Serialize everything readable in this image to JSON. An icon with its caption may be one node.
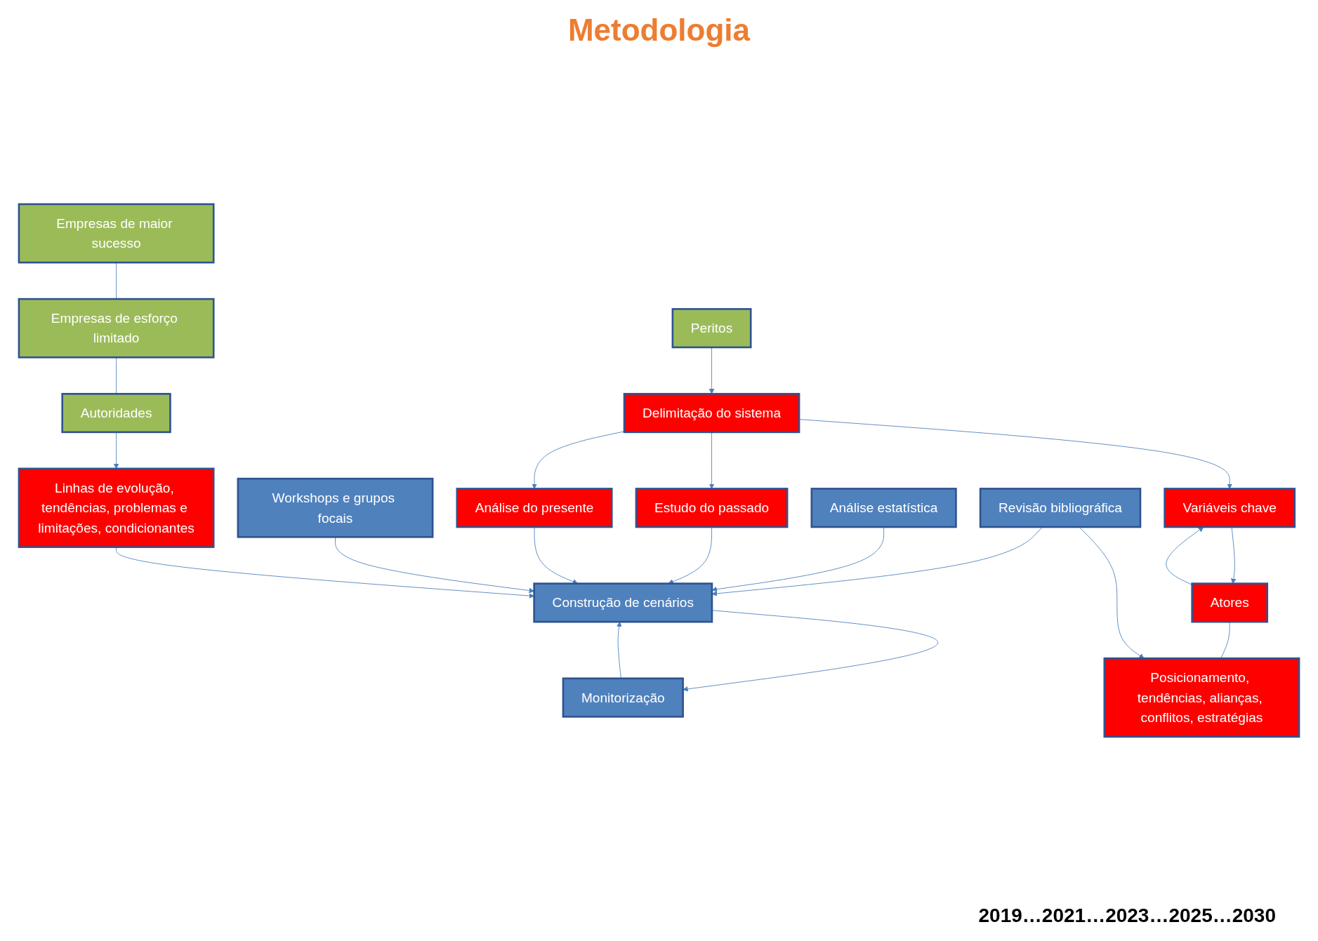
{
  "diagram": {
    "title": "Metodologia",
    "nodes": [
      {
        "text": [
          "Peritos"
        ]
      },
      {
        "text": [
          "Delimitação do sistema"
        ]
      },
      {
        "text": [
          "Variáveis chave"
        ]
      },
      {
        "text": [
          "Empresas de maior sucesso"
        ]
      },
      {
        "text": [
          "Empresas de esforço limitado"
        ]
      },
      {
        "text": [
          "Estudo do passado"
        ]
      },
      {
        "text": [
          "Análise do presente"
        ]
      },
      {
        "text": [
          "Atores"
        ]
      },
      {
        "text": [
          "Autoridades"
        ]
      },
      {
        "text": [
          "Posicionamento, tendências, alianças, conflitos, estratégias"
        ]
      },
      {
        "text": [
          "Linhas de evolução, tendências, problemas e limitações, condicionantes"
        ]
      },
      {
        "text": [
          "Construção de cenários"
        ]
      },
      {
        "text": [
          "Revisão bibliográfica"
        ]
      },
      {
        "text": [
          "Workshops e grupos focais"
        ]
      },
      {
        "text": [
          "Análise estatística"
        ]
      },
      {
        "text": [
          "Monitorização"
        ]
      }
    ],
    "edges": [
      {
        "from": 0,
        "to": 1,
        "arrow": "to"
      },
      {
        "from": 1,
        "to": 2,
        "arrow": "to"
      },
      {
        "from": 1,
        "to": 5,
        "arrow": "to"
      },
      {
        "from": 1,
        "to": 6,
        "arrow": "to"
      },
      {
        "from": 2,
        "to": 7,
        "arrow": "to"
      },
      {
        "from": 7,
        "to": 2,
        "arrow": "to"
      },
      {
        "from": 3,
        "to": 4,
        "arrow": "none"
      },
      {
        "from": 4,
        "to": 8,
        "arrow": "none"
      },
      {
        "from": 8,
        "to": 10,
        "arrow": "to"
      },
      {
        "from": 5,
        "to": 11,
        "arrow": "to"
      },
      {
        "from": 6,
        "to": 11,
        "arrow": "to"
      },
      {
        "from": 7,
        "to": 9,
        "arrow": "none"
      },
      {
        "from": 12,
        "to": 9,
        "arrow": "to"
      },
      {
        "from": 10,
        "to": 11,
        "arrow": "to"
      },
      {
        "from": 12,
        "to": 11,
        "arrow": "to"
      },
      {
        "from": 13,
        "to": 11,
        "arrow": "to"
      },
      {
        "from": 14,
        "to": 11,
        "arrow": "to"
      },
      {
        "from": 11,
        "to": 15,
        "arrow": "to"
      },
      {
        "from": 15,
        "to": 11,
        "arrow": "to"
      }
    ],
    "labels": [
      "2019…2021…2023…2025…2030"
    ]
  }
}
